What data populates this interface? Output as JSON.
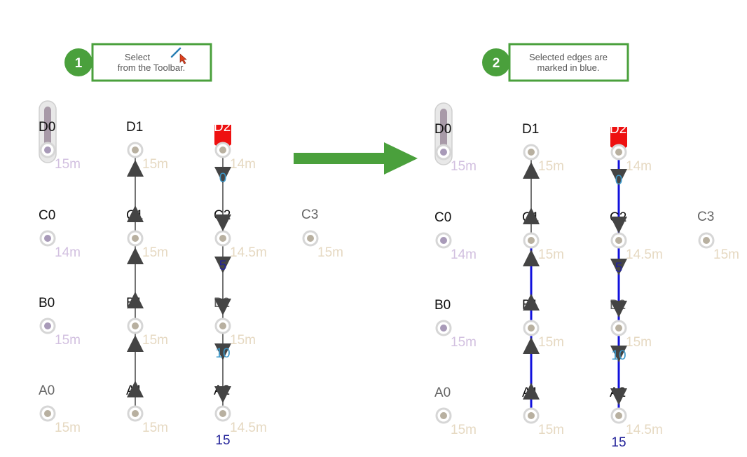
{
  "colors": {
    "callout_green": "#4aa03c",
    "arrow_green": "#4aa03c",
    "edge_gray": "#444444",
    "edge_selected": "#1111dd",
    "node_marker_red": "#ee1111",
    "dist_purple": "#d2c0e0",
    "dist_tan": "#e6d9c2",
    "label_dark": "#111111",
    "label_gray": "#666666",
    "flow_blue": "#3b97c8",
    "flow_navy": "#222299"
  },
  "callouts": [
    {
      "number": "1",
      "line1": "Select",
      "line2": "from the Toolbar.",
      "icon": "select-edge-tool-icon"
    },
    {
      "number": "2",
      "line1": "Selected edges are",
      "line2": "marked in blue."
    }
  ],
  "transition_arrow": "right-arrow-icon",
  "panels": [
    {
      "nodes": [
        {
          "id": "D0",
          "label": "D0",
          "dist": "15m"
        },
        {
          "id": "D1",
          "label": "D1",
          "dist": "15m"
        },
        {
          "id": "D2",
          "label": "D2",
          "dist": "14m"
        },
        {
          "id": "C0",
          "label": "C0",
          "dist": "14m"
        },
        {
          "id": "C1",
          "label": "C1",
          "dist": "15m"
        },
        {
          "id": "C2",
          "label": "C2",
          "dist": "14.5m"
        },
        {
          "id": "C3",
          "label": "C3",
          "dist": "15m"
        },
        {
          "id": "B0",
          "label": "B0",
          "dist": "15m"
        },
        {
          "id": "B1",
          "label": "B1",
          "dist": "15m"
        },
        {
          "id": "B2",
          "label": "B2",
          "dist": "15m"
        },
        {
          "id": "A0",
          "label": "A0",
          "dist": "15m"
        },
        {
          "id": "A1",
          "label": "A1",
          "dist": "15m"
        },
        {
          "id": "A2",
          "label": "A2",
          "dist": "14.5m"
        }
      ],
      "flow_values": [
        "0",
        "5",
        "10",
        "15"
      ],
      "selected_edges": []
    },
    {
      "nodes": [
        {
          "id": "D0",
          "label": "D0",
          "dist": "15m"
        },
        {
          "id": "D1",
          "label": "D1",
          "dist": "15m"
        },
        {
          "id": "D2",
          "label": "D2",
          "dist": "14m"
        },
        {
          "id": "C0",
          "label": "C0",
          "dist": "14m"
        },
        {
          "id": "C1",
          "label": "C1",
          "dist": "15m"
        },
        {
          "id": "C2",
          "label": "C2",
          "dist": "14.5m"
        },
        {
          "id": "C3",
          "label": "C3",
          "dist": "15m"
        },
        {
          "id": "B0",
          "label": "B0",
          "dist": "15m"
        },
        {
          "id": "B1",
          "label": "B1",
          "dist": "15m"
        },
        {
          "id": "B2",
          "label": "B2",
          "dist": "15m"
        },
        {
          "id": "A0",
          "label": "A0",
          "dist": "15m"
        },
        {
          "id": "A1",
          "label": "A1",
          "dist": "15m"
        },
        {
          "id": "A2",
          "label": "A2",
          "dist": "14.5m"
        }
      ],
      "flow_values": [
        "0",
        "5",
        "10",
        "15"
      ],
      "selected_edges": [
        "A1-B1",
        "B1-C1",
        "D2-C2",
        "C2-B2",
        "B2-A2"
      ]
    }
  ]
}
